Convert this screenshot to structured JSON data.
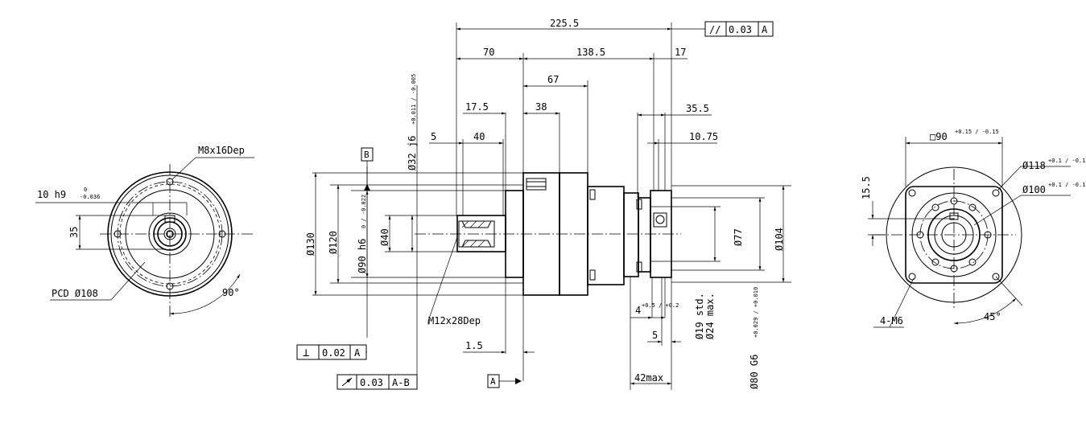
{
  "top": {
    "overall_length": "225.5",
    "parallelism_symbol": "//",
    "parallelism_value": "0.03",
    "parallelism_datum": "A",
    "dim_70": "70",
    "dim_138_5": "138.5",
    "dim_17": "17",
    "dim_67": "67",
    "dim_17_5": "17.5",
    "dim_38": "38",
    "dim_35_5": "35.5",
    "dim_5": "5",
    "dim_40": "40",
    "dim_10_75": "10.75"
  },
  "left_view": {
    "tapped_hole": "M8x16Dep",
    "key_width": "10 h9",
    "key_tol_upper": "0",
    "key_tol_lower": "-0.036",
    "key_height": "35",
    "pcd": "PCD Ø108",
    "angle": "90°"
  },
  "side_view": {
    "datum_b": "B",
    "shaft_dia": "Ø32 j6",
    "shaft_tol": "+0.011 / -0.005",
    "dia_130": "Ø130",
    "dia_120": "Ø120",
    "dia_90": "Ø90 h6",
    "dia_90_tol": "0 / -0.022",
    "dia_40": "Ø40",
    "center_tap": "M12x28Dep",
    "dim_1_5": "1.5",
    "perp_symbol": "⊥",
    "perp_value": "0.02",
    "perp_datum": "A",
    "runout_value": "0.03",
    "runout_datum": "A-B",
    "datum_a": "A",
    "dia_77": "Ø77",
    "dia_104": "Ø104",
    "dim_4": "4",
    "dim_4_tol": "+0.5 / +0.2",
    "dim_5_right": "5",
    "bore_std": "Ø19 std.",
    "bore_max": "Ø24 max.",
    "dia_80": "Ø80 G6",
    "dia_80_tol": "+0.029 / +0.010",
    "dim_42max": "42max"
  },
  "right_view": {
    "square": "□90",
    "square_tol": "+0.15 / -0.15",
    "dia_118": "Ø118",
    "dia_118_tol": "+0.1 / -0.1",
    "dia_100": "Ø100",
    "dia_100_tol": "+0.1 / -0.1",
    "dim_15_5": "15.5",
    "holes": "4-M6",
    "angle": "45°"
  }
}
